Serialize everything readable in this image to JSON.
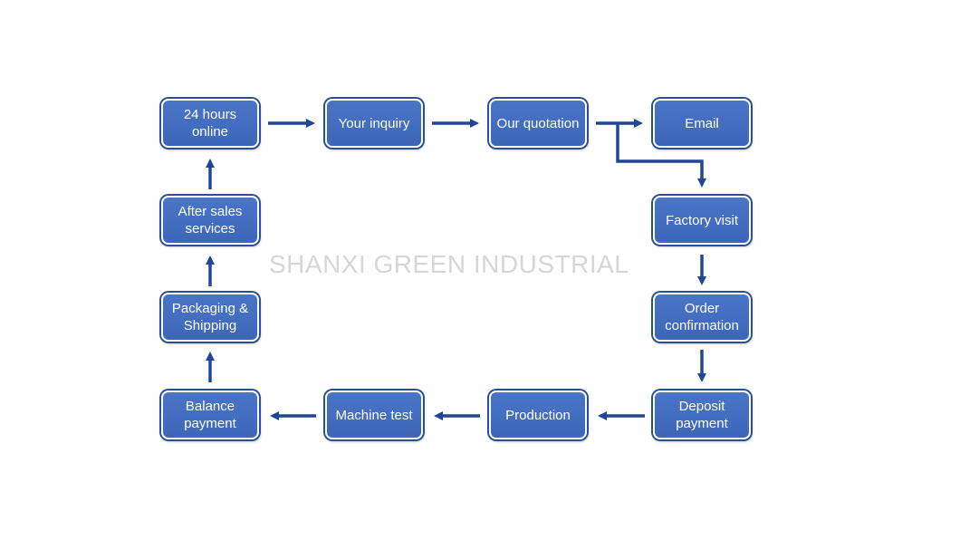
{
  "watermark": "SHANXI GREEN INDUSTRIAL",
  "colors": {
    "node_fill": "#4270c0",
    "arrow": "#1f4796",
    "watermark": "#d6d6d6"
  },
  "steps": {
    "online": "24 hours online",
    "inquiry": "Your inquiry",
    "quotation": "Our quotation",
    "email": "Email",
    "factory_visit": "Factory visit",
    "order_confirmation": "Order confirmation",
    "deposit_payment": "Deposit payment",
    "production": "Production",
    "machine_test": "Machine test",
    "balance_payment": "Balance payment",
    "packaging_shipping": "Packaging & Shipping",
    "after_sales": "After sales services"
  }
}
